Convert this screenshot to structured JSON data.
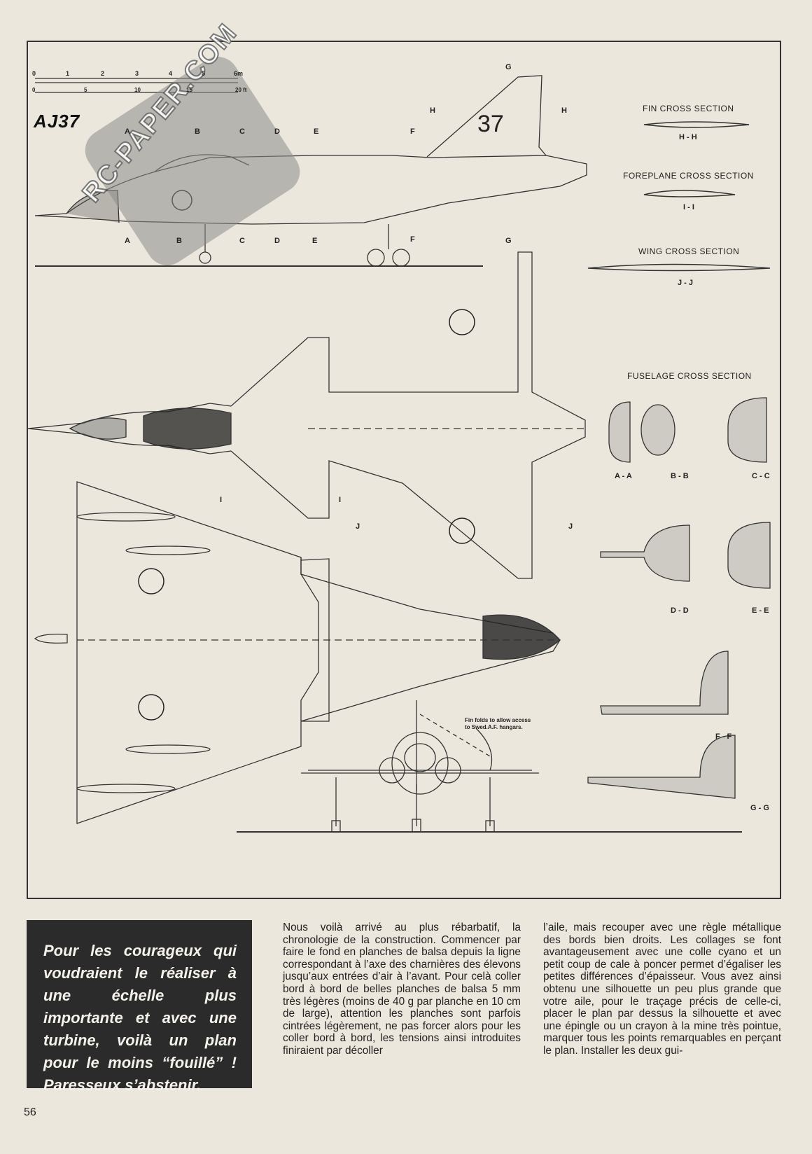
{
  "drawing": {
    "model_name": "AJ37",
    "fuselage_number": "37",
    "scale_metres": [
      "0",
      "1",
      "2",
      "3",
      "4",
      "5",
      "6m"
    ],
    "scale_feet": [
      "0",
      "5",
      "10",
      "15",
      "20 ft"
    ],
    "fin_note_line1": "Fin folds to allow access",
    "fin_note_line2": "to Swed.A.F. hangars.",
    "cross_sections": {
      "fin": {
        "title": "FIN CROSS SECTION",
        "label": "H - H"
      },
      "foreplane": {
        "title": "FOREPLANE CROSS SECTION",
        "label": "I - I"
      },
      "wing": {
        "title": "WING CROSS SECTION",
        "label": "J - J"
      },
      "fuselage": {
        "title": "FUSELAGE CROSS SECTION"
      }
    },
    "fuselage_sections": [
      "A - A",
      "B - B",
      "C - C",
      "D - D",
      "E - E",
      "F - F",
      "G - G"
    ],
    "cut_letters": {
      "a": "A",
      "b": "B",
      "c": "C",
      "d": "D",
      "e": "E",
      "f": "F",
      "g": "G",
      "h": "H",
      "i": "I",
      "j": "J"
    }
  },
  "watermark": "RC-PAPER.COM",
  "callout": "Pour les courageux qui voudraient le réaliser à une échelle plus importante et avec une turbine, voilà un plan pour le moins “fouillé” ! Paresseux s’abstenir.",
  "article": {
    "column1": "Nous voilà arrivé au plus rébarbatif, la chronologie de la construction. Commencer par faire le fond en planches de balsa depuis la ligne correspondant à l’axe des charnières des élevons jusqu’aux entrées d’air à l’avant. Pour celà coller bord à bord de belles planches de balsa 5 mm très légères (moins de 40 g par planche en 10 cm de large), attention les planches sont parfois cintrées légèrement, ne pas forcer alors pour les coller bord à bord, les tensions ainsi introduites finiraient par décoller",
    "column2": "l’aile, mais recouper avec une règle métallique des bords bien droits. Les collages se font avantageusement avec une colle cyano et un petit coup de cale à poncer permet d’égaliser les petites différences d’épaisseur. Vous avez ainsi obtenu une silhouette un peu plus grande que votre aile, pour le traçage précis de celle-ci, placer le plan par dessus la silhouette et avec une épingle ou un crayon à la mine très pointue, marquer tous les points remarquables en perçant le plan. Installer les deux gui-"
  },
  "page_number": "56"
}
